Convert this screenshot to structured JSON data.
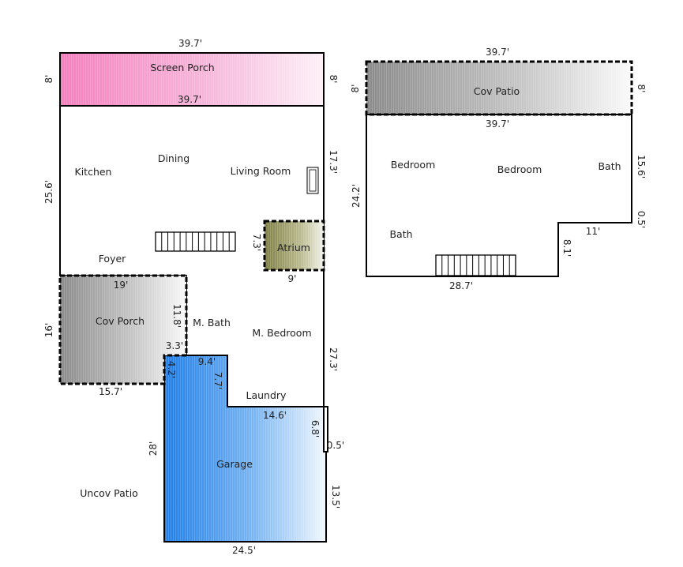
{
  "first_floor": {
    "rooms": {
      "screen_porch": "Screen Porch",
      "kitchen": "Kitchen",
      "dining": "Dining",
      "living_room": "Living Room",
      "atrium": "Atrium",
      "foyer": "Foyer",
      "cov_porch": "Cov Porch",
      "m_bath": "M. Bath",
      "m_bedroom": "M. Bedroom",
      "laundry": "Laundry",
      "garage": "Garage",
      "uncov_patio": "Uncov Patio"
    },
    "dims": {
      "porch_top": "39.7'",
      "porch_left": "8'",
      "porch_right": "8'",
      "porch_bottom": "39.7'",
      "main_left": "25.6'",
      "main_right_upper": "17.3'",
      "atrium_side": "7.3'",
      "atrium_bottom": "9'",
      "covporch_top": "19'",
      "covporch_left": "16'",
      "covporch_right": "11.8'",
      "covporch_step": "3.3'",
      "covporch_bottom": "15.7'",
      "right_middle": "27.3'",
      "garage_left_top": "4.2'",
      "garage_notch_top": "9.4'",
      "garage_notch_side": "7.7'",
      "laundry_bottom": "14.6'",
      "garage_right_upper": "6.8'",
      "garage_jog": "0.5'",
      "garage_left": "28'",
      "garage_right_lower": "13.5'",
      "garage_bottom": "24.5'"
    }
  },
  "second_floor": {
    "rooms": {
      "cov_patio": "Cov Patio",
      "bedroom_1": "Bedroom",
      "bedroom_2": "Bedroom",
      "bath_right": "Bath",
      "bath_left": "Bath"
    },
    "dims": {
      "patio_top": "39.7'",
      "patio_left": "8'",
      "patio_right": "8'",
      "patio_bottom": "39.7'",
      "upper_left": "24.2'",
      "upper_right": "15.6'",
      "right_jog": "0.5'",
      "notch_top": "11'",
      "notch_side": "8.1'",
      "bottom": "28.7'"
    }
  },
  "colors": {
    "screen_porch": "#f47fbe",
    "cov_gray": "#8a8a8a",
    "atrium_olive": "#7f7f45",
    "garage_blue": "#1f7ee8",
    "wall": "#000000"
  }
}
